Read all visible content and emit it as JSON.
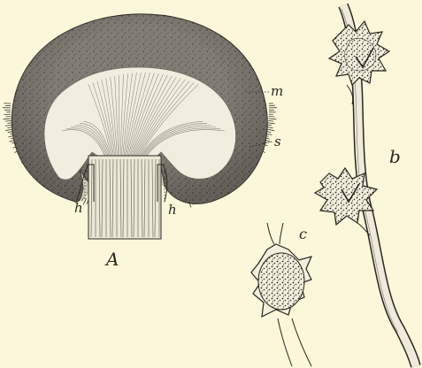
{
  "figure": {
    "labels": {
      "A": "A",
      "b": "b",
      "c": "c",
      "m": "m",
      "s": "s",
      "h_left": "h",
      "h_right": "h"
    },
    "colors": {
      "paper": "#fbf7da",
      "ink": "#2a2620",
      "cap_dark": "#5b5650",
      "cap_mid": "#8c877e",
      "core_light": "#f2efe2"
    }
  }
}
